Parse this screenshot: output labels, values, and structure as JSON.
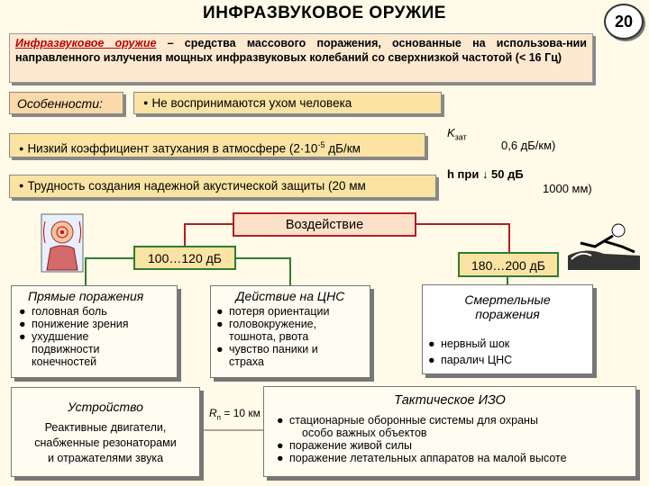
{
  "title": "ИНФРАЗВУКОВОЕ ОРУЖИЕ",
  "page_number": "20",
  "definition": {
    "term": "Инфразвуковое оружие",
    "text": " – средства массового поражения, основанные на использова-нии направленного излучения мощных инфразвуковых колебаний со сверхнизкой частотой (< 16 Гц)"
  },
  "features": {
    "label": "Особенности:",
    "item1": "Не воспринимаются ухом человека",
    "item2": "Низкий коэффициент затухания в атмосфере (2·10",
    "item2_exp": "-5",
    "item2_tail": " дБ/км",
    "item3": "Трудность создания надежной акустической защиты (20 мм",
    "k_symbol": "K",
    "k_sub": "зат",
    "k_value": "0,6 дБ/км)",
    "h_text": "h при ↓ 50 дБ",
    "h_value": "1000 мм)"
  },
  "impact": {
    "title": "Воздействие",
    "level1": "100…120 дБ",
    "level2": "180…200 дБ"
  },
  "direct": {
    "title": "Прямые поражения",
    "items": [
      "головная боль",
      "понижение зрения",
      "ухудшение",
      "подвижности",
      "конечностей"
    ]
  },
  "cns": {
    "title": "Действие на ЦНС",
    "items": [
      "потеря ориентации",
      "головокружение,",
      "тошнота, рвота",
      "чувство паники и",
      "страха"
    ]
  },
  "deadly": {
    "title_line1": "Смертельные",
    "title_line2": "поражения",
    "items": [
      "нервный шок",
      "паралич ЦНС"
    ]
  },
  "device": {
    "title": "Устройство",
    "line1": "Реактивные двигатели,",
    "line2": "снабженные резонаторами",
    "line3": "и отражателями звука"
  },
  "radius": {
    "symbol": "R",
    "sub": "п",
    "value": " = 10 км"
  },
  "tactical": {
    "title": "Тактическое ИЗО",
    "item1": "стационарные оборонные системы для охраны",
    "item1_cont": "особо важных объектов",
    "item2": "поражение живой силы",
    "item3": "поражение летательных аппаратов на малой высоте"
  },
  "colors": {
    "accent_red": "#b02020",
    "accent_green": "#2f7d2f",
    "box_orange": "#fbe3a3"
  }
}
